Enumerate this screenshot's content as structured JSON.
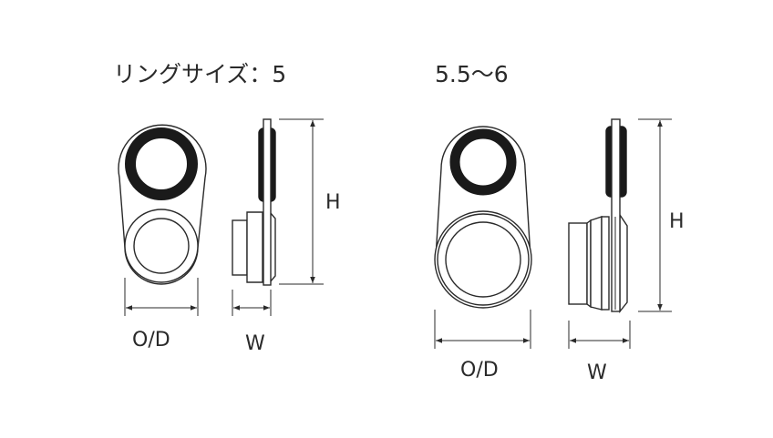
{
  "diagrams": [
    {
      "title": "リングサイズ：5",
      "labels": {
        "outer_diameter": "O/D",
        "width": "W",
        "height": "H"
      }
    },
    {
      "title": "5.5〜6",
      "labels": {
        "outer_diameter": "O/D",
        "width": "W",
        "height": "H"
      }
    }
  ],
  "colors": {
    "line": "#2a2a2a",
    "ring": "#1a1a1a",
    "background": "#ffffff"
  }
}
